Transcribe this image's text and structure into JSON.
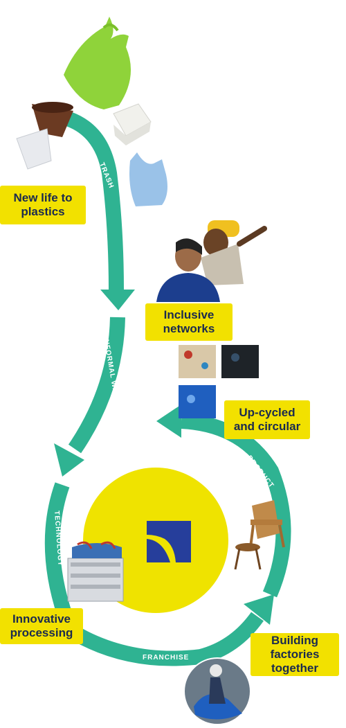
{
  "colors": {
    "arrow": "#2fb392",
    "bubble": "#f2e100",
    "circle": "#efe300",
    "logo": "#263e9b",
    "text_dark": "#1a2a4f"
  },
  "bubbles": {
    "new_life": [
      "New life to",
      "plastics"
    ],
    "inclusive": [
      "Inclusive",
      "networks"
    ],
    "upcycled": [
      "Up-cycled",
      "and circular"
    ],
    "innovative": [
      "Innovative",
      "processing"
    ],
    "building": [
      "Building",
      "factories",
      "together"
    ]
  },
  "flow_labels": {
    "trash": "TRASH",
    "informal": "INFORMAL WASTE WORKER",
    "technology": "TECHNOLOGY",
    "product": "PRODUCT",
    "franchise": "FRANCHISE"
  },
  "images": {
    "green_bag": "green-plastic-bag",
    "brown_cup": "brown-plastic-cup",
    "white_cup": "white-plastic-cup",
    "foam_box": "foam-food-box",
    "blue_bag": "blue-plastic-bag",
    "workers": "waste-workers-photo",
    "plastic_tiles": "recycled-plastic-tiles",
    "machine": "press-machine",
    "chairs": "wooden-chairs",
    "factory_worker": "factory-worker-photo",
    "logo": "brand-logo-icon"
  }
}
